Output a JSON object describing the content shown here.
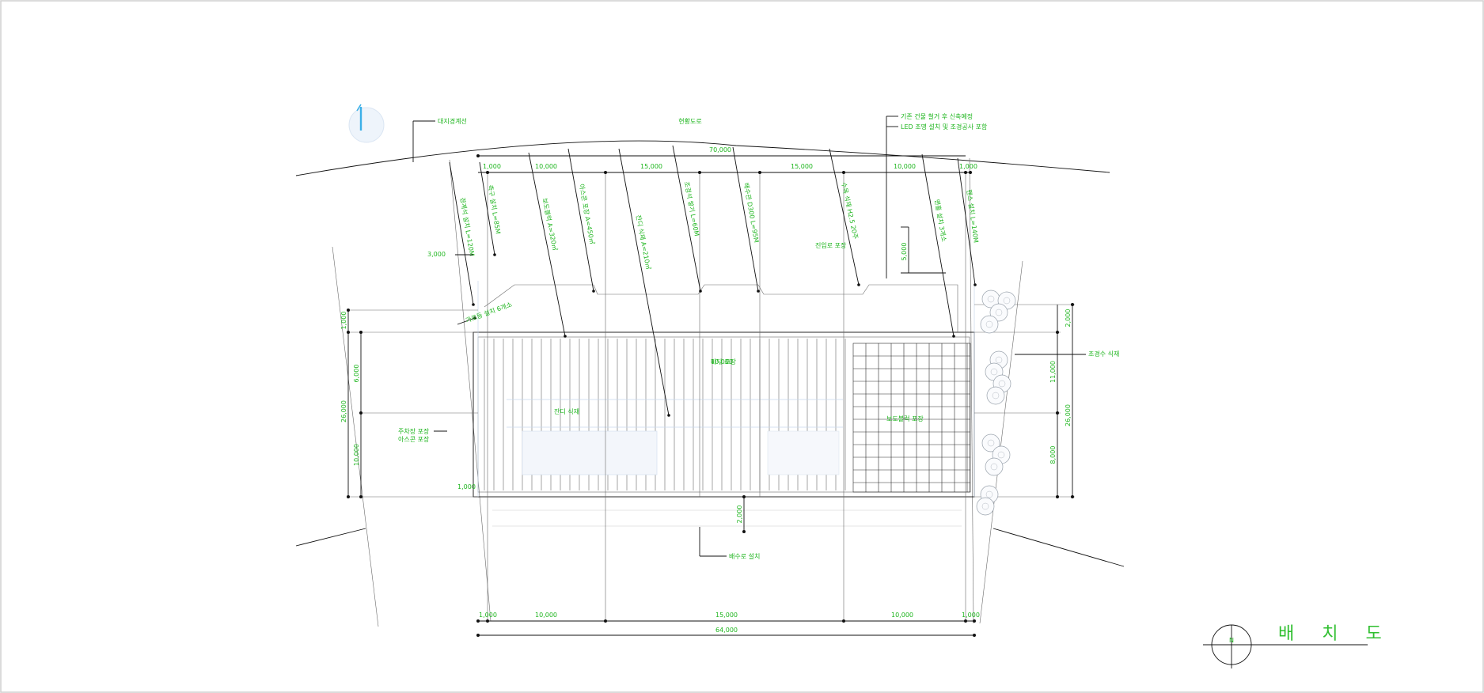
{
  "drawing": {
    "title": "배 치 도",
    "title_badge": "",
    "north_mark": "N",
    "colors": {
      "annotation": "#1db51d",
      "line": "#111111",
      "light_blue": "#c8d8ec"
    }
  },
  "dimensions": {
    "top_total": "70,000",
    "top_segments": [
      "1,000",
      "10,000",
      "15,000",
      "15,000",
      "10,000",
      "1,000"
    ],
    "bottom_segments": [
      "1,000",
      "10,000",
      "15,000",
      "10,000",
      "1,000"
    ],
    "bottom_total": "64,000",
    "left_outer": "26,000",
    "left_upper": "1,000",
    "left_middle": "6,000",
    "left_lower": "10,000",
    "left_small": "3,000",
    "right_top": "2,000",
    "right_middle": "11,000",
    "right_lower": "8,000",
    "right_total": "26,000",
    "center": "10,000",
    "gate_h": "5,000",
    "bottom_gap": "2,000"
  },
  "notes": {
    "boundary": "대지경계선",
    "road": "현황도로",
    "top_right_1": "기존 건물 철거 후 신축예정",
    "top_right_2": "LED 조명 설치 및 조경공사 포함",
    "left_1": "진입로 포장",
    "left_2a": "주차장 포장",
    "left_2b": "아스콘 포장",
    "right_1": "조경수 식재",
    "right_2": "보도블럭 포장",
    "center_1": "잔디 식재",
    "center_2": "바닥 포장",
    "bottom_1": "배수로 설치",
    "left_small": "3,000",
    "left_lbl": "1,000",
    "slant_1": "경계석 설치 L=120M",
    "slant_2": "측구 설치 L=85M",
    "slant_3": "보도블럭 A=320㎡",
    "slant_4": "아스콘 포장 A=450㎡",
    "slant_5": "잔디 식재 A=210㎡",
    "slant_6": "조경석 쌓기 L=60M",
    "slant_7": "배수관 D300 L=95M",
    "slant_8": "수목 식재 H2.5 20주",
    "slant_9": "맨홀 설치 3개소",
    "slant_10": "펜스 설치 L=140M",
    "slant_11": "가로등 설치 6개소"
  }
}
